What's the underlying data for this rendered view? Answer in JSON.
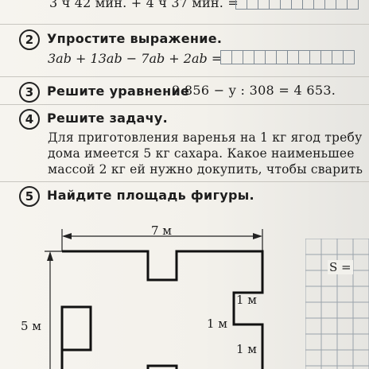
{
  "top_line": {
    "text": "3 ч 42 мин. + 4 ч 37 мин. ="
  },
  "task2": {
    "number": "2",
    "title": "Упростите выражение.",
    "expression": "3ab + 13ab − 7ab + 2ab ="
  },
  "task3": {
    "number": "3",
    "title_prefix": "Решите уравнение",
    "equation": "9 856 − y : 308 = 4 653."
  },
  "task4": {
    "number": "4",
    "title": "Решите задачу.",
    "line1": "Для приготовления варенья на 1 кг ягод требу",
    "line2": "дома имеется 5 кг сахара. Какое наименьшее",
    "line3": "массой 2 кг ей нужно докупить, чтобы сварить"
  },
  "task5": {
    "number": "5",
    "title": "Найдите площадь фигуры.",
    "figure_labels": {
      "width": "7 м",
      "height": "5 м",
      "notch_top": "1 м",
      "notch_mid": "1 м",
      "notch_bottom": "1 м"
    },
    "answer_label": "S ="
  }
}
